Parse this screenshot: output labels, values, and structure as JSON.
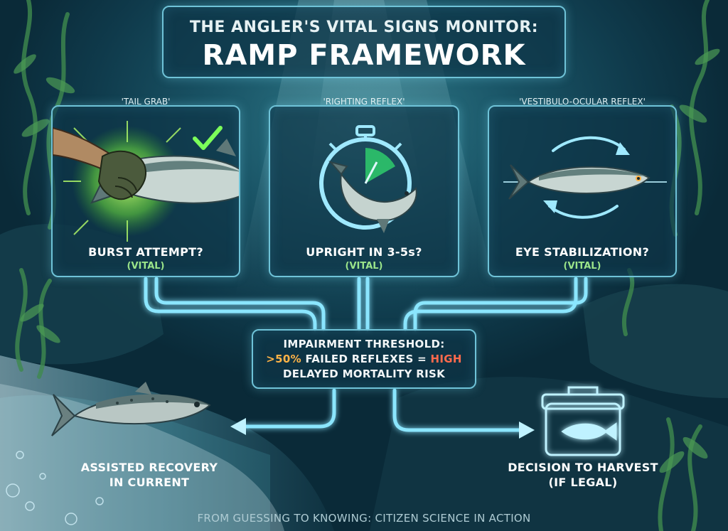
{
  "header": {
    "subtitle": "THE ANGLER'S VITAL SIGNS MONITOR:",
    "title": "RAMP FRAMEWORK"
  },
  "cards": [
    {
      "tag": "'TAIL GRAB'",
      "question": "BURST ATTEMPT?",
      "status": "(VITAL)",
      "icon": "hand-grabbing-fish-tail-icon"
    },
    {
      "tag": "'RIGHTING REFLEX'",
      "question": "UPRIGHT IN 3-5s?",
      "status": "(VITAL)",
      "icon": "stopwatch-fish-icon"
    },
    {
      "tag": "'VESTIBULO-OCULAR REFLEX'",
      "question": "EYE STABILIZATION?",
      "status": "(VITAL)",
      "icon": "rotating-fish-eye-icon"
    }
  ],
  "threshold": {
    "line1": "IMPAIRMENT THRESHOLD:",
    "pct": ">50%",
    "line2_mid": " FAILED REFLEXES = ",
    "high": "HIGH",
    "line3": "DELAYED MORTALITY RISK"
  },
  "outcomes": {
    "left_line1": "ASSISTED RECOVERY",
    "left_line2": "IN CURRENT",
    "right_line1": "DECISION TO HARVEST",
    "right_line2": "(IF LEGAL)"
  },
  "footer": "FROM GUESSING TO KNOWING: CITIZEN SCIENCE IN ACTION",
  "colors": {
    "panel_border": "#6fc3d8",
    "vital_green": "#9be58a",
    "high_red": "#ff6a4d",
    "pct_orange": "#ffb347",
    "flow_glow": "#8be6ff"
  }
}
